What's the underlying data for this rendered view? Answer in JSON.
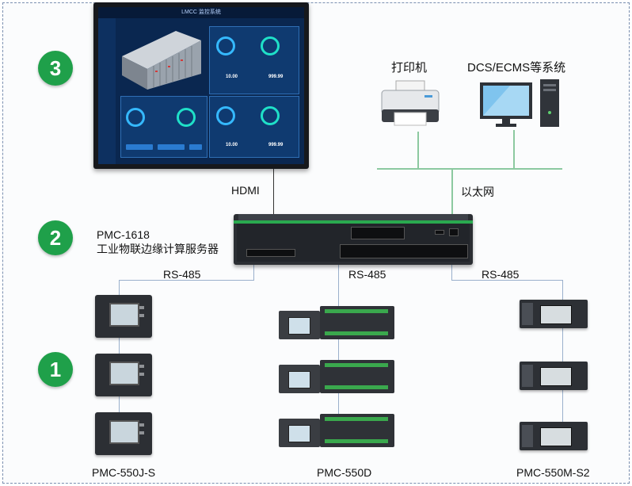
{
  "badges": [
    "3",
    "2",
    "1"
  ],
  "nodes": {
    "printer": "打印机",
    "dcs": "DCS/ECMS等系统",
    "server_model": "PMC-1618",
    "server_desc": "工业物联边缘计算服务器",
    "meter_a": "PMC-550J-S",
    "meter_b": "PMC-550D",
    "meter_c": "PMC-550M-S2"
  },
  "links": {
    "hdmi": "HDMI",
    "ethernet": "以太网",
    "rs485_a": "RS-485",
    "rs485_b": "RS-485",
    "rs485_c": "RS-485"
  },
  "screen": {
    "title": "LMCC 监控系统",
    "value_a": "10.00",
    "value_b": "999.99",
    "value_c": "10.00",
    "value_d": "999.99"
  },
  "colors": {
    "badge": "#1fa04a",
    "line": "#9ab0cc",
    "server_accent": "#2aa94f"
  }
}
